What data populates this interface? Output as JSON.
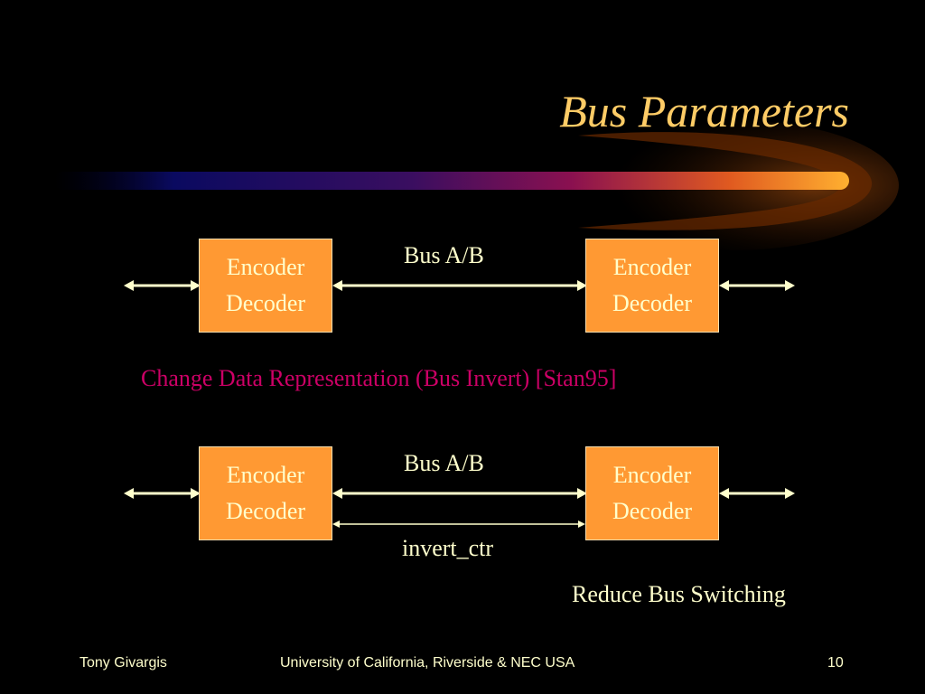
{
  "slide": {
    "title": "Bus Parameters",
    "subtitle": "Change Data Representation (Bus Invert) [Stan95]",
    "note": "Reduce Bus Switching"
  },
  "diagram1": {
    "left_box": {
      "line1": "Encoder",
      "line2": "Decoder"
    },
    "right_box": {
      "line1": "Encoder",
      "line2": "Decoder"
    },
    "bus_label": "Bus A/B"
  },
  "diagram2": {
    "left_box": {
      "line1": "Encoder",
      "line2": "Decoder"
    },
    "right_box": {
      "line1": "Encoder",
      "line2": "Decoder"
    },
    "bus_label": "Bus A/B",
    "control_label": "invert_ctr"
  },
  "footer": {
    "author": "Tony Givargis",
    "institution": "University of California, Riverside & NEC USA",
    "page": "10"
  },
  "colors": {
    "background": "#000000",
    "title": "#FFCC66",
    "box_fill": "#FF9933",
    "text": "#FFFFCC",
    "highlight": "#CC0066"
  }
}
